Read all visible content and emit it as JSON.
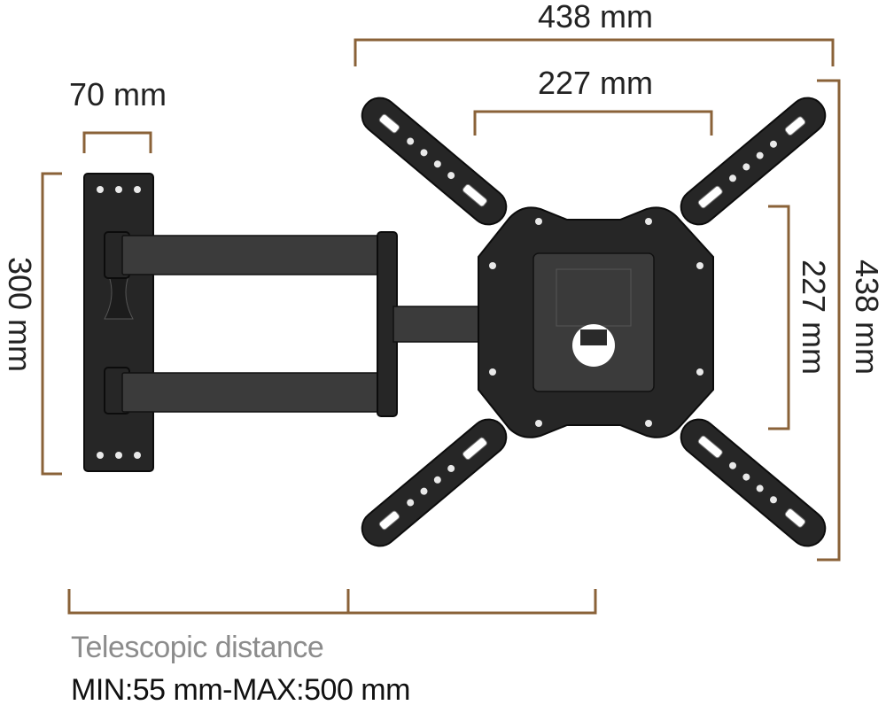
{
  "dimensions": {
    "wall_plate_width": "70 mm",
    "wall_plate_height": "300 mm",
    "vesa_outer_width": "438 mm",
    "vesa_outer_height": "438 mm",
    "vesa_inner_width": "227 mm",
    "vesa_inner_height": "227 mm"
  },
  "telescopic": {
    "label": "Telescopic distance",
    "range": "MIN:55 mm-MAX:500 mm"
  },
  "colors": {
    "bracket_line": "#8a6238",
    "metal": "#262626",
    "label_gray": "#8c8c8c"
  }
}
